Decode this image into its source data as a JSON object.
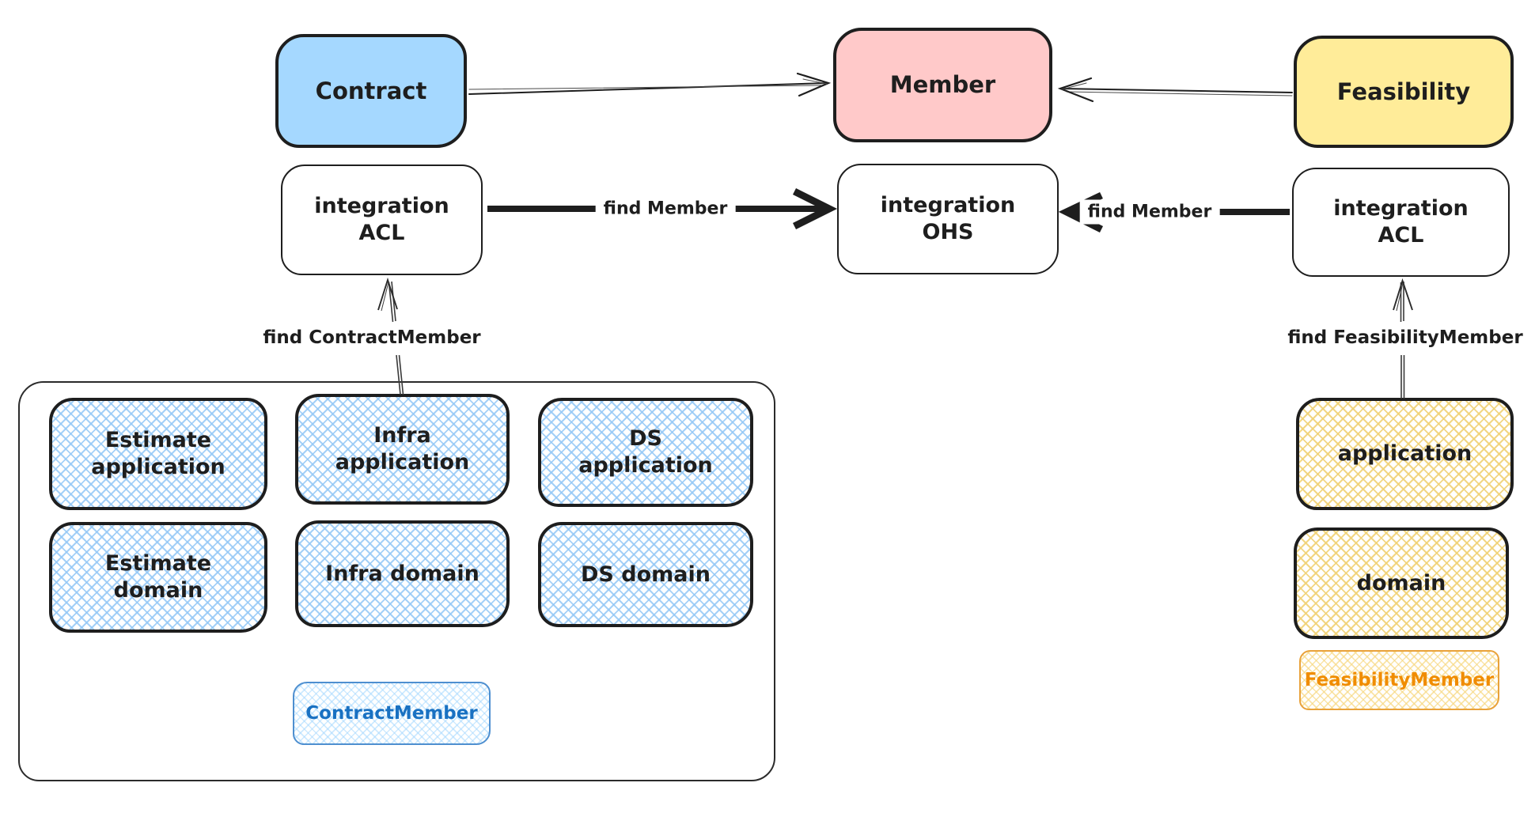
{
  "diagram": {
    "nodes": {
      "contract": "Contract",
      "member": "Member",
      "feasibility": "Feasibility",
      "contract_acl": "integration\nACL",
      "member_ohs": "integration\nOHS",
      "feasibility_acl": "integration\nACL"
    },
    "arrow_labels": {
      "left_find_member": "find Member",
      "right_find_member": "find Member",
      "find_contract_member": "find ContractMember",
      "find_feasibility_member": "find FeasibilityMember"
    },
    "contract_container": {
      "boxes": [
        "Estimate\napplication",
        "Infra\napplication",
        "DS\napplication",
        "Estimate\ndomain",
        "Infra domain",
        "DS domain"
      ],
      "entity": "ContractMember"
    },
    "feasibility_column": {
      "application": "application",
      "domain": "domain",
      "entity": "FeasibilityMember"
    },
    "colors": {
      "contract_fill": "#a5d8ff",
      "member_fill": "#ffc9c9",
      "feasibility_fill": "#ffec99",
      "stroke": "#1e1e1e",
      "contract_member_accent": "#1971c2",
      "feasibility_member_accent": "#f08c00"
    }
  }
}
